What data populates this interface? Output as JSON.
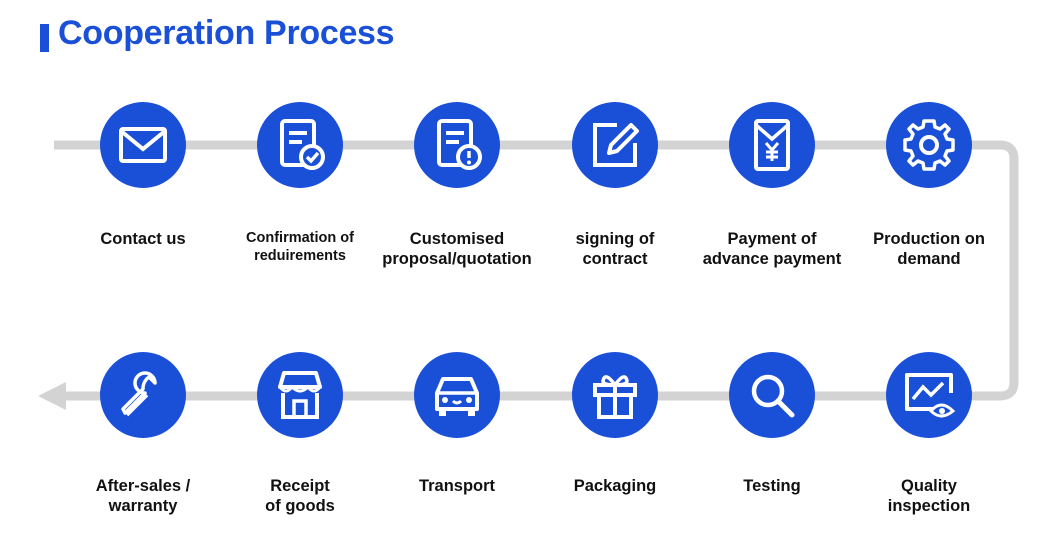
{
  "title": "Cooperation Process",
  "colors": {
    "accent": "#1a4fd8",
    "track": "#d3d3d3",
    "text": "#111111"
  },
  "steps_top": [
    {
      "icon": "envelope-icon",
      "label": "Contact us"
    },
    {
      "icon": "document-check-icon",
      "label": "Confirmation of\nreduirements"
    },
    {
      "icon": "document-alert-icon",
      "label": "Customised\nproposal/quotation"
    },
    {
      "icon": "edit-icon",
      "label": "signing of\ncontract"
    },
    {
      "icon": "yen-bill-icon",
      "label": "Payment of\nadvance payment"
    },
    {
      "icon": "gear-icon",
      "label": "Production on\ndemand"
    }
  ],
  "steps_bottom": [
    {
      "icon": "wrench-icon",
      "label": "After-sales /\nwarranty"
    },
    {
      "icon": "storefront-icon",
      "label": "Receipt\nof goods"
    },
    {
      "icon": "car-icon",
      "label": "Transport"
    },
    {
      "icon": "gift-icon",
      "label": "Packaging"
    },
    {
      "icon": "magnifier-icon",
      "label": "Testing"
    },
    {
      "icon": "monitor-eye-icon",
      "label": "Quality\ninspection"
    }
  ]
}
